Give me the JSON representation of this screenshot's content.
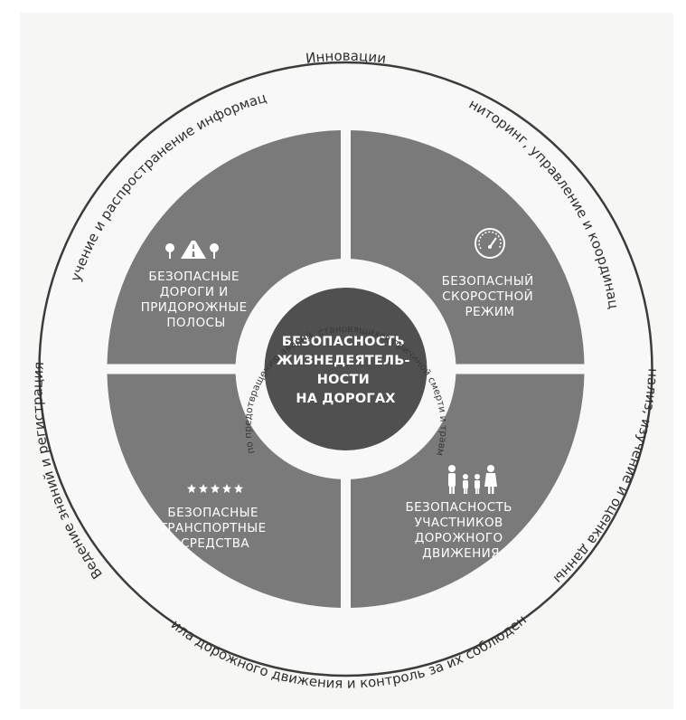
{
  "center": {
    "lines": [
      "БЕЗОПАСНОСТЬ",
      "ЖИЗНЕДЕЯТЕЛЬ-",
      "НОСТИ",
      "НА ДОРОГАХ"
    ]
  },
  "inner_ring": {
    "text": "Работа по предотвращению аварий, становящихся причиной смерти и травматизма"
  },
  "quadrants": {
    "top_left": {
      "lines": [
        "БЕЗОПАСНЫЕ",
        "ДОРОГИ И",
        "ПРИДОРОЖНЫЕ",
        "ПОЛОСЫ"
      ],
      "icon": "road-with-trees-icon"
    },
    "top_right": {
      "lines": [
        "БЕЗОПАСНЫЙ",
        "СКОРОСТНОЙ",
        "РЕЖИМ"
      ],
      "icon": "speedometer-icon"
    },
    "bottom_left": {
      "lines": [
        "БЕЗОПАСНЫЕ",
        "ТРАНСПОРТНЫЕ",
        "СРЕДСТВА"
      ],
      "icon": "five-stars-icon"
    },
    "bottom_right": {
      "lines": [
        "БЕЗОПАСНОСТЬ",
        "УЧАСТНИКОВ",
        "ДОРОЖНОГО",
        "ДВИЖЕНИЯ"
      ],
      "icon": "family-icon"
    }
  },
  "outer_ring": {
    "top": "Инновации",
    "top_right": "Мониторинг, управление и координация",
    "right": "Анализ, изучение и оценка данных",
    "bottom": "Правила дорожного движения и контроль за их соблюдением",
    "left": "Ведение знаний и регистрация",
    "top_left": "Обучение и распространение информации"
  },
  "colors": {
    "quadrant_fill": "#7a7a7a",
    "center_fill": "#505050",
    "ring_fill": "#f8f8f8",
    "outer_border": "#3c3c3c"
  }
}
